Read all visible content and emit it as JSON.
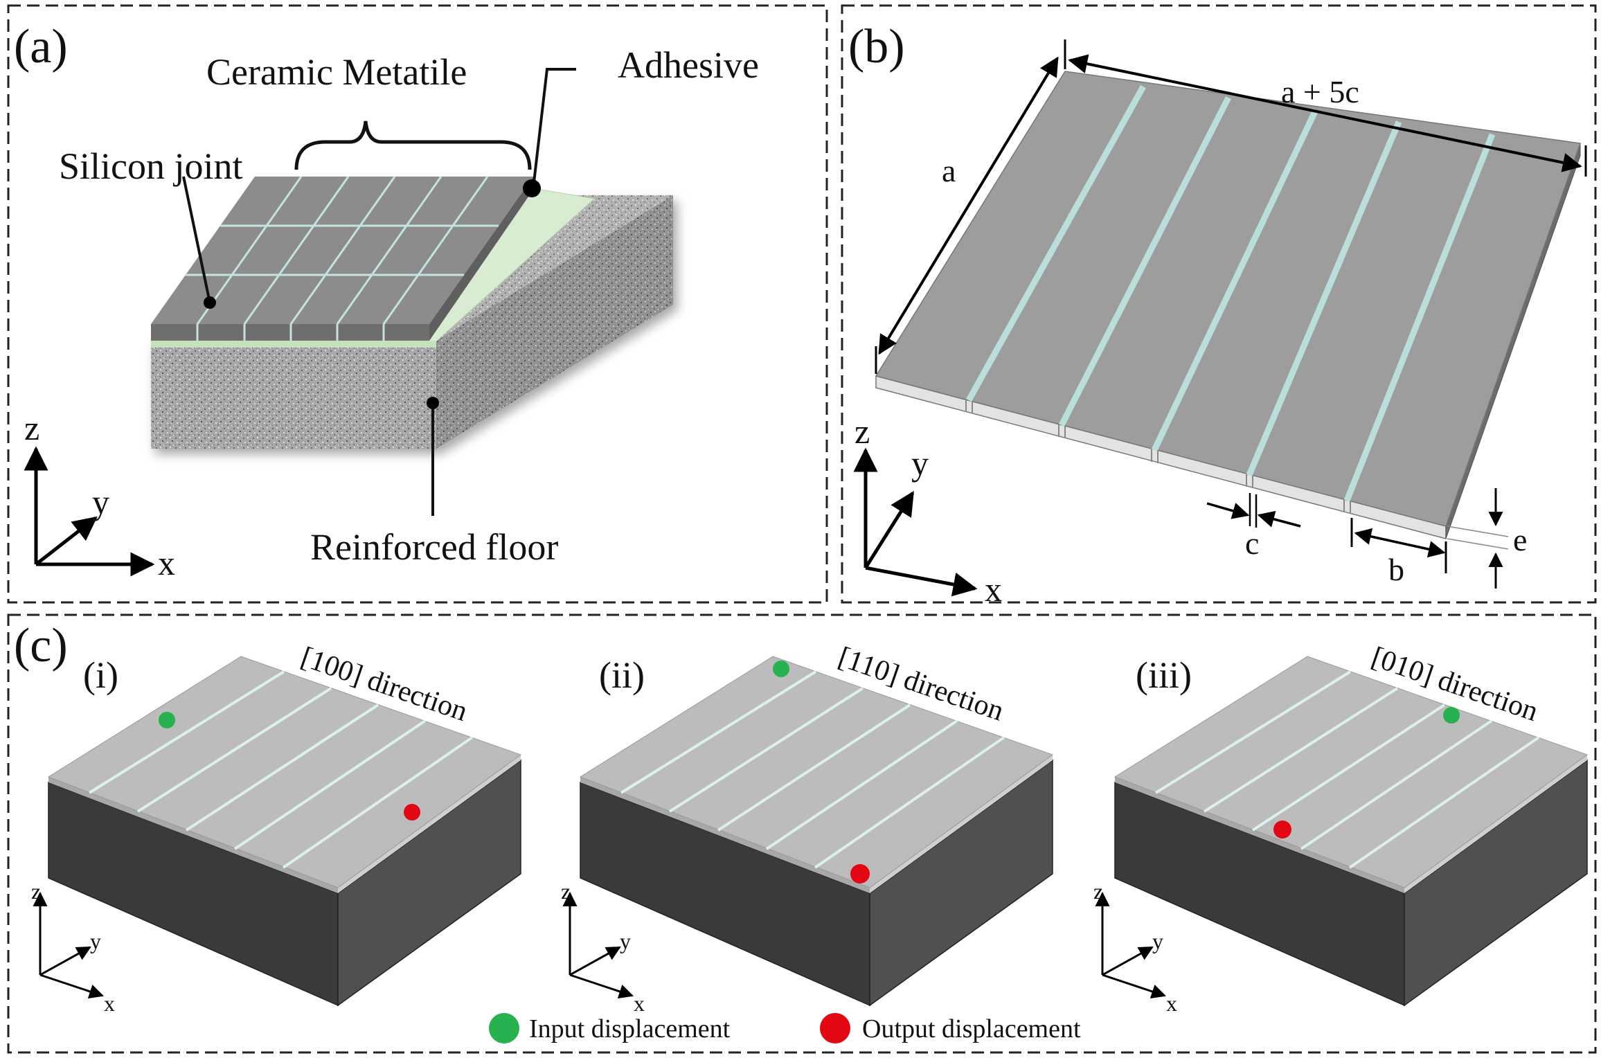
{
  "panels": {
    "a": {
      "label": "(a)",
      "labels": {
        "ceramic_metatile": "Ceramic Metatile",
        "adhesive": "Adhesive",
        "silicon_joint": "Silicon joint",
        "reinforced_floor": "Reinforced floor"
      },
      "axes": {
        "z": "z",
        "y": "y",
        "x": "x"
      }
    },
    "b": {
      "label": "(b)",
      "dims": {
        "width": "a + 5c",
        "depth": "a",
        "gap": "c",
        "strip": "b",
        "thickness": "e"
      },
      "axes": {
        "z": "z",
        "y": "y",
        "x": "x"
      }
    },
    "c": {
      "label": "(c)",
      "subpanels": [
        {
          "id": "(i)",
          "direction": "[100] direction"
        },
        {
          "id": "(ii)",
          "direction": "[110] direction"
        },
        {
          "id": "(iii)",
          "direction": "[010] direction"
        }
      ],
      "axes": {
        "z": "z",
        "y": "y",
        "x": "x"
      },
      "legend": {
        "input": "Input displacement",
        "output": "Output displacement"
      }
    }
  },
  "colors": {
    "input": "#27b14f",
    "output": "#e30613",
    "tile_dark": "#8e8e8e",
    "tile_light": "#b4b4b4",
    "joint": "#b9dedc",
    "adhesive": "#d9ecd2",
    "block_dark": "#3d3d3d"
  }
}
